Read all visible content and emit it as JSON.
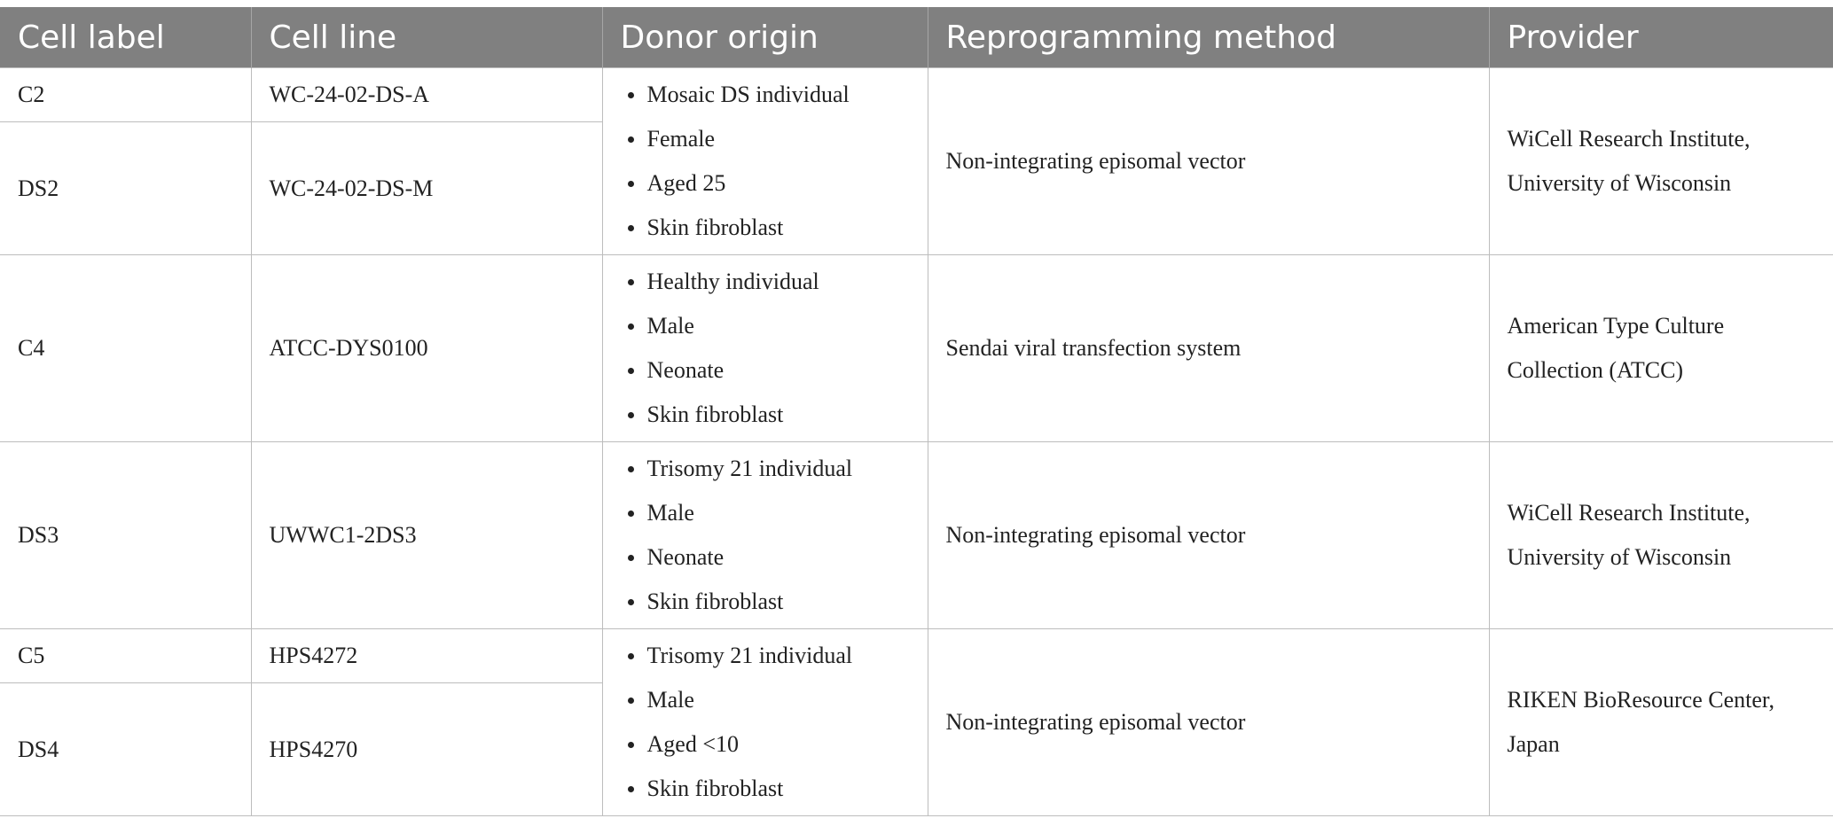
{
  "headers": [
    "Cell label",
    "Cell line",
    "Donor origin",
    "Reprogramming method",
    "Provider"
  ],
  "groups": [
    {
      "rows": [
        {
          "label": "C2",
          "line": "WC-24-02-DS-A"
        },
        {
          "label": "DS2",
          "line": "WC-24-02-DS-M"
        }
      ],
      "origin": [
        "Mosaic DS individual",
        "Female",
        "Aged 25",
        "Skin fibroblast"
      ],
      "method": "Non-integrating episomal vector",
      "provider": "WiCell Research Institute, University of Wisconsin"
    },
    {
      "rows": [
        {
          "label": "C4",
          "line": "ATCC-DYS0100"
        }
      ],
      "origin": [
        "Healthy individual",
        "Male",
        "Neonate",
        "Skin fibroblast"
      ],
      "method": "Sendai viral transfection system",
      "provider": "American Type Culture Collection (ATCC)"
    },
    {
      "rows": [
        {
          "label": "DS3",
          "line": "UWWC1-2DS3"
        }
      ],
      "origin": [
        "Trisomy 21 individual",
        "Male",
        "Neonate",
        "Skin fibroblast"
      ],
      "method": "Non-integrating episomal vector",
      "provider": "WiCell Research Institute, University of Wisconsin"
    },
    {
      "rows": [
        {
          "label": "C5",
          "line": "HPS4272"
        },
        {
          "label": "DS4",
          "line": "HPS4270"
        }
      ],
      "origin": [
        "Trisomy 21 individual",
        "Male",
        "Aged <10",
        "Skin fibroblast"
      ],
      "method": "Non-integrating episomal vector",
      "provider": "RIKEN BioResource Center, Japan"
    }
  ]
}
